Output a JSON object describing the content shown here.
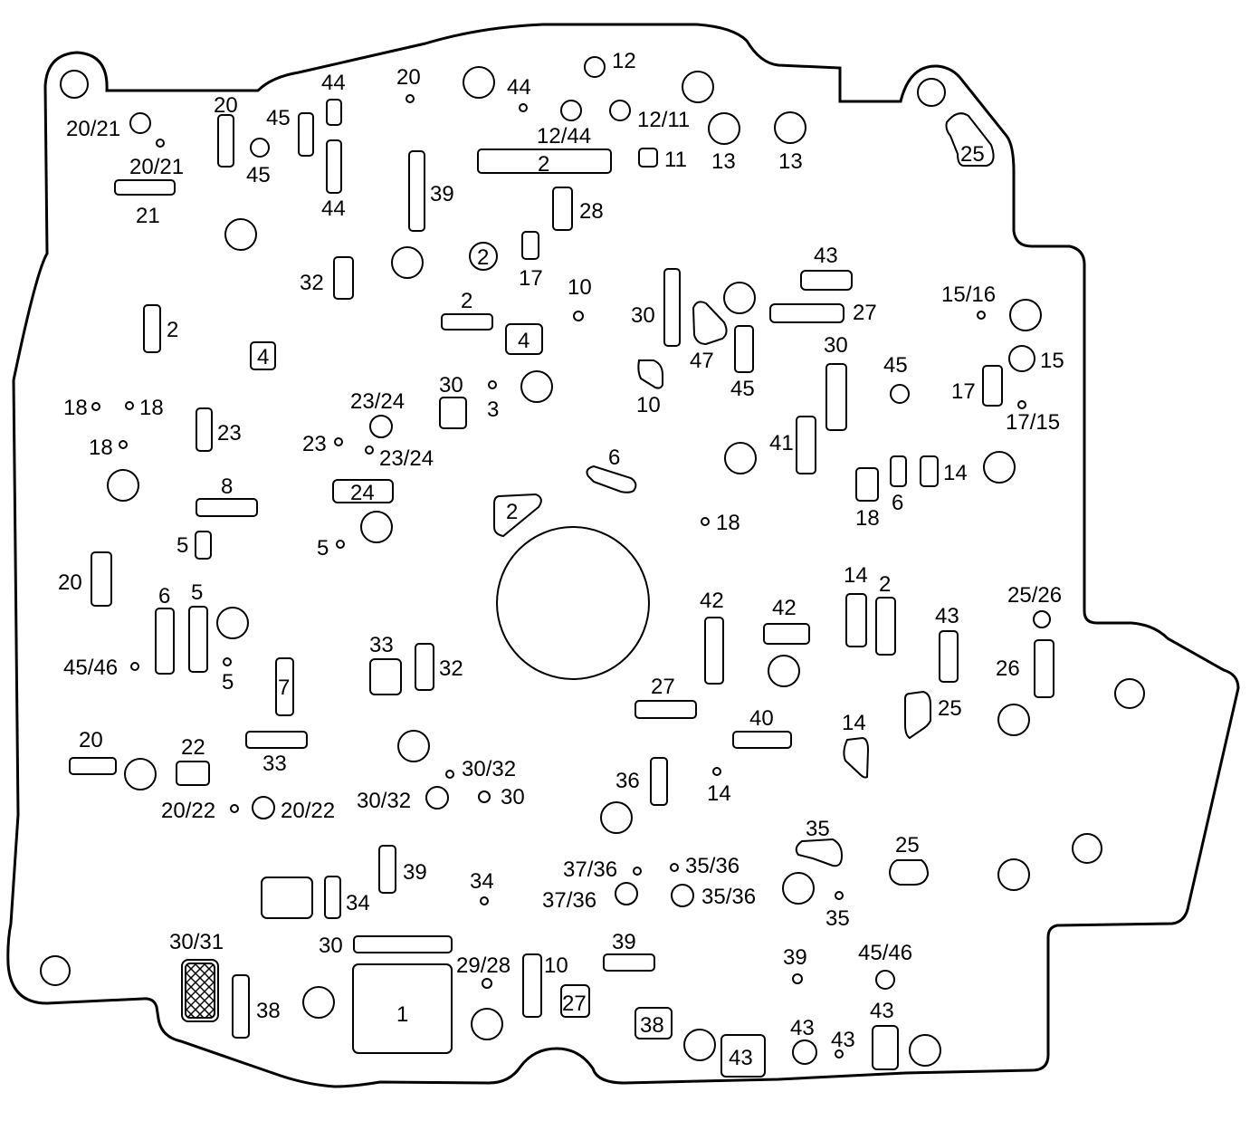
{
  "labels": {
    "l_20_21a": "20/21",
    "l_20_21b": "20/21",
    "l_21": "21",
    "l_20a": "20",
    "l_45a": "45",
    "l_45b": "45",
    "l_44a": "44",
    "l_44b": "44",
    "l_20b": "20",
    "l_44c": "44",
    "l_12a": "12",
    "l_12_44": "12/44",
    "l_12_11": "12/11",
    "l_11": "11",
    "l_13a": "13",
    "l_13b": "13",
    "l_25a": "25",
    "l_39a": "39",
    "l_28a": "28",
    "l_2a": "2",
    "l_17a": "17",
    "l_10a": "10",
    "l_32a": "32",
    "l_2b": "2",
    "l_4a": "4",
    "l_2c": "2",
    "l_4b": "4",
    "l_43a": "43",
    "l_30a": "30",
    "l_47": "47",
    "l_45c": "45",
    "l_27a": "27",
    "l_15_16": "15/16",
    "l_15": "15",
    "l_18a": "18",
    "l_18b": "18",
    "l_18c": "18",
    "l_23a": "23",
    "l_23_24a": "23/24",
    "l_30b": "30",
    "l_3": "3",
    "l_10b": "10",
    "l_30c": "30",
    "l_45d": "45",
    "l_17b": "17",
    "l_17_15": "17/15",
    "l_23b": "23",
    "l_23_24b": "23/24",
    "l_6a": "6",
    "l_41": "41",
    "l_14a": "14",
    "l_6b": "6",
    "l_18d": "18",
    "l_8": "8",
    "l_24": "24",
    "l_2d": "2",
    "l_18e": "18",
    "l_5a": "5",
    "l_5b": "5",
    "l_20c": "20",
    "l_6c": "6",
    "l_5c": "5",
    "l_45_46a": "45/46",
    "l_5d": "5",
    "l_42a": "42",
    "l_42b": "42",
    "l_14b": "14",
    "l_2e": "2",
    "l_43b": "43",
    "l_25_26": "25/26",
    "l_26": "26",
    "l_33a": "33",
    "l_32b": "32",
    "l_7": "7",
    "l_27b": "27",
    "l_25b": "25",
    "l_40": "40",
    "l_14c": "14",
    "l_33b": "33",
    "l_20d": "20",
    "l_22": "22",
    "l_30_32a": "30/32",
    "l_30_32b": "30/32",
    "l_30d": "30",
    "l_36": "36",
    "l_14d": "14",
    "l_20_22a": "20/22",
    "l_20_22b": "20/22",
    "l_35a": "35",
    "l_25c": "25",
    "l_39b": "39",
    "l_34a": "34",
    "l_34b": "34",
    "l_2f": "2",
    "l_37_36a": "37/36",
    "l_37_36b": "37/36",
    "l_35_36a": "35/36",
    "l_35_36b": "35/36",
    "l_35b": "35",
    "l_30_31": "30/31",
    "l_30e": "30",
    "l_29_28": "29/28",
    "l_10c": "10",
    "l_39c": "39",
    "l_39d": "39",
    "l_45_46b": "45/46",
    "l_1": "1",
    "l_27c": "27",
    "l_38a": "38",
    "l_38b": "38",
    "l_43c": "43",
    "l_43d": "43",
    "l_43e": "43",
    "l_43f": "43"
  }
}
